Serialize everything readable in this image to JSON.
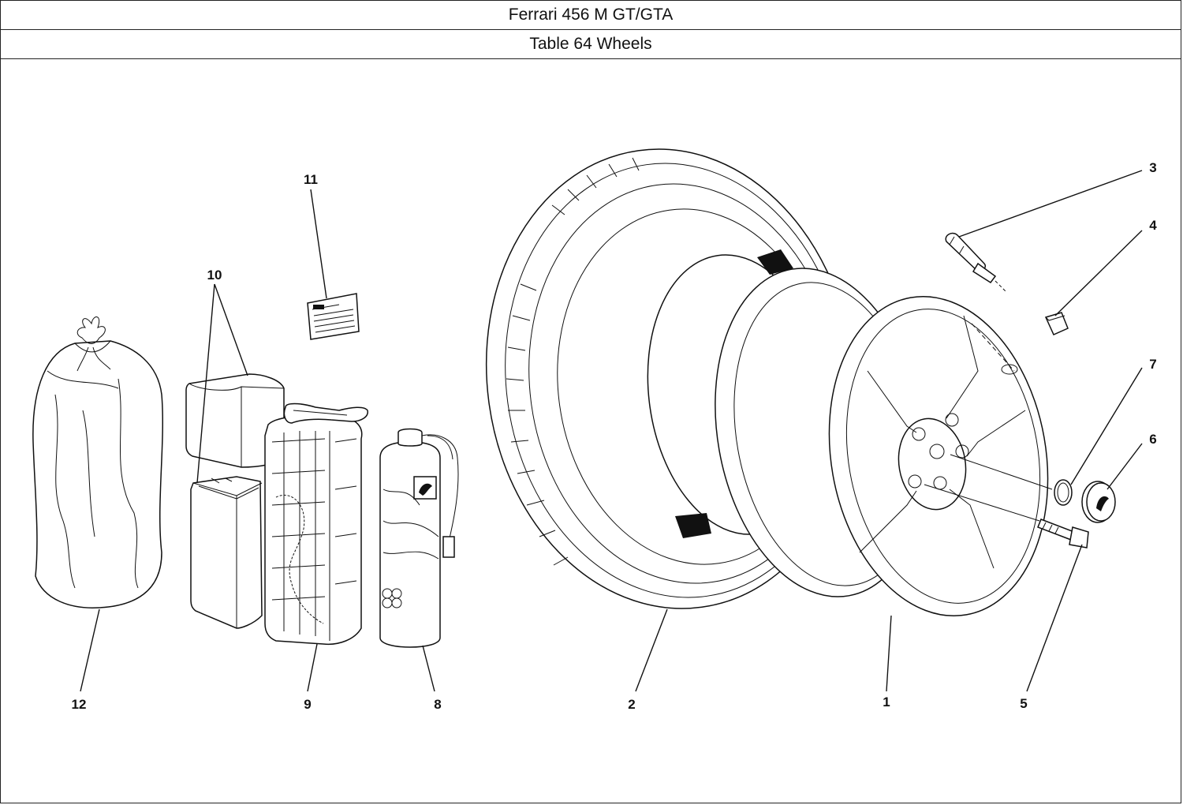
{
  "header": {
    "title": "Ferrari 456 M GT/GTA",
    "subtitle": "Table 64 Wheels"
  },
  "callouts": {
    "c1": "1",
    "c2": "2",
    "c3": "3",
    "c4": "4",
    "c5": "5",
    "c6": "6",
    "c7": "7",
    "c8": "8",
    "c9": "9",
    "c10": "10",
    "c11": "11",
    "c12": "12"
  }
}
